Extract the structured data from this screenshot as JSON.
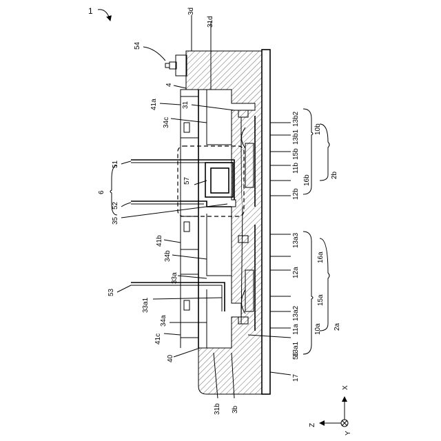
{
  "figure_ref": "1",
  "labels": {
    "l3d": "3d",
    "l31d": "31d",
    "l54": "54",
    "l4": "4",
    "l41a": "41a",
    "l31": "31",
    "l34c": "34c",
    "l51": "51",
    "l57": "57",
    "l6": "6",
    "l52": "52",
    "l35": "35",
    "l41b": "41b",
    "l34b": "34b",
    "l33a": "33a",
    "l53": "53",
    "l33a1": "33a1",
    "l34a": "34a",
    "l41c": "41c",
    "l40": "40",
    "l31b": "31b",
    "l3b": "3b",
    "l13b2": "13b2",
    "l13b1": "13b1",
    "l15b": "15b",
    "l11b": "11b",
    "l16b": "16b",
    "l12b": "12b",
    "l10b": "10b",
    "l2b": "2b",
    "l13a3": "13a3",
    "l16a": "16a",
    "l12a": "12a",
    "l15a": "15a",
    "l13a2": "13a2",
    "l11a": "11a",
    "l13a1": "13a1",
    "l10a": "10a",
    "l2a": "2a",
    "l56": "56",
    "l17": "17"
  },
  "axes": {
    "x": "X",
    "y": "Y",
    "z": "Z"
  }
}
